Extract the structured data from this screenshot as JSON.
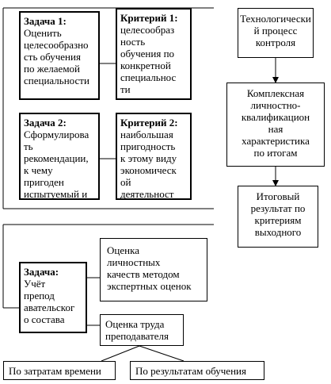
{
  "top_section": {
    "task1": {
      "title": "Задача 1:",
      "lines": [
        "Оценить",
        "целесообразно",
        "сть обучения",
        "по желаемой",
        "специальности"
      ]
    },
    "criterion1": {
      "title": "Критерий 1:",
      "lines": [
        "целесообраз",
        "ность",
        "обучения по",
        "конкретной",
        "специальнос",
        "ти"
      ]
    },
    "task2": {
      "title": "Задача 2:",
      "lines": [
        "Сформулирова",
        "ть",
        "рекомендации,",
        "к чему",
        "пригоден",
        "испытуемый и"
      ]
    },
    "criterion2": {
      "title": "Критерий 2:",
      "lines": [
        "наибольшая",
        "пригодность",
        "к этому виду",
        "экономическ",
        "ой",
        "деятельност"
      ]
    }
  },
  "right_flow": {
    "process": {
      "lines": [
        "Технологически",
        "й процесс",
        "контроля"
      ]
    },
    "characteristic": {
      "lines": [
        "Комплексная",
        "личностно-",
        "квалификацион",
        "ная",
        "характеристика",
        "по итогам"
      ]
    },
    "result": {
      "lines": [
        "Итоговый",
        "результат по",
        "критериям",
        "выходного"
      ]
    }
  },
  "bottom_section": {
    "task": {
      "title": "Задача:",
      "lines": [
        "Учёт",
        "препод",
        "авательског",
        "о состава"
      ]
    },
    "personal_eval": {
      "lines": [
        "Оценка",
        "личностных",
        "качеств методом",
        "экспертных оценок"
      ]
    },
    "work_eval": {
      "lines": [
        "Оценка труда",
        "преподавателя"
      ]
    },
    "time_costs": {
      "label": "По затратам времени"
    },
    "learning_results": {
      "label": "По результатам обучения"
    }
  }
}
